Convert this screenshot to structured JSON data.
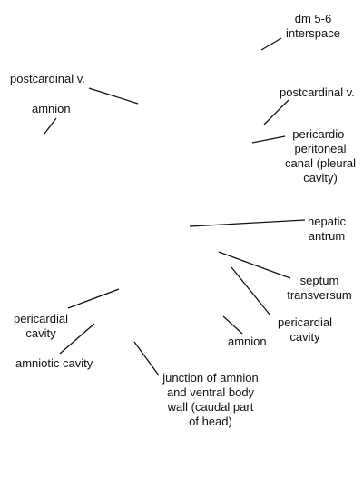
{
  "labels": {
    "dm_interspace": [
      "dm 5-6",
      "interspace"
    ],
    "postcardinal_left": [
      "postcardinal v."
    ],
    "amnion_left": [
      "amnion"
    ],
    "postcardinal_right": [
      "postcardinal v."
    ],
    "pericardioperitoneal_canal": [
      "pericardio-",
      "peritoneal",
      "canal (pleural",
      "cavity)"
    ],
    "hepatic_antrum": [
      "hepatic",
      "antrum"
    ],
    "septum_transversum": [
      "septum",
      "transversum"
    ],
    "pericardial_cavity_left": [
      "pericardial",
      "cavity"
    ],
    "pericardial_cavity_right": [
      "pericardial",
      "cavity"
    ],
    "amnion_bottom": [
      "amnion"
    ],
    "amniotic_cavity": [
      "amniotic cavity"
    ],
    "junction_amnion": [
      "junction of amnion",
      "and ventral body",
      "wall (caudal part",
      "of head)"
    ]
  },
  "colors": {
    "line": "#111111",
    "text": "#111111",
    "background": "#ffffff"
  }
}
